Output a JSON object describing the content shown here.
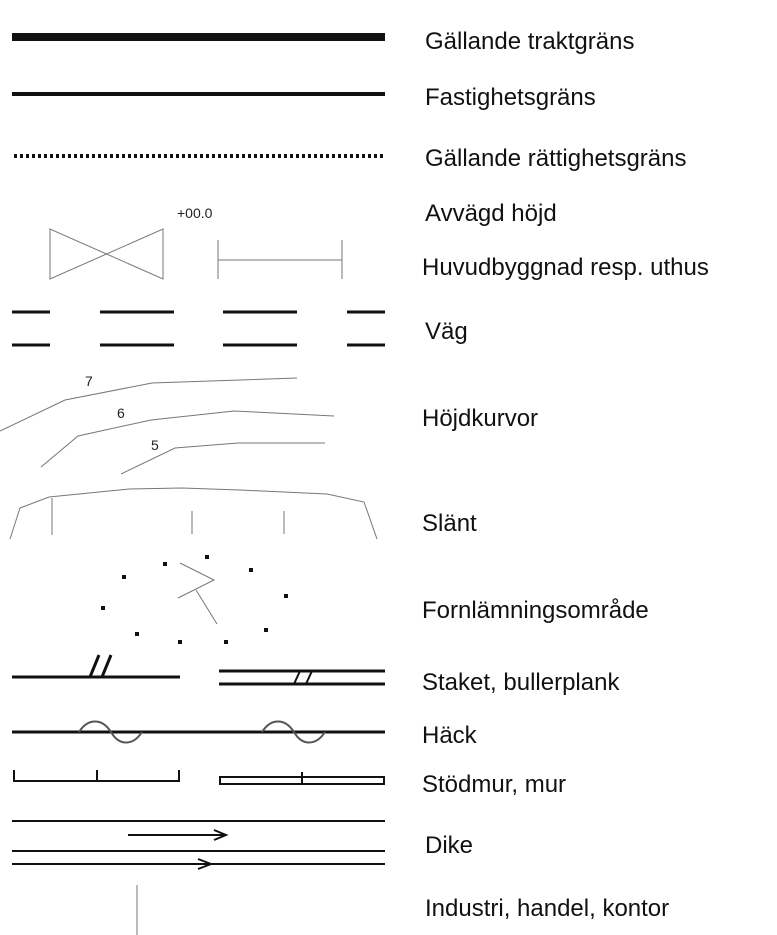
{
  "legend": {
    "labels": {
      "tract_boundary": "Gällande traktgräns",
      "property_boundary": "Fastighetsgräns",
      "right_boundary": "Gällande rättighetsgräns",
      "surveyed_height": "Avvägd höjd",
      "building": "Huvudbyggnad resp. uthus",
      "road": "Väg",
      "contours": "Höjdkurvor",
      "slope": "Slänt",
      "ancient_remains": "Fornlämningsområde",
      "fence": "Staket, bullerplank",
      "hedge": "Häck",
      "retaining_wall": "Stödmur, mur",
      "ditch": "Dike",
      "industry": "Industri, handel, kontor"
    },
    "height_value": "+00.0",
    "contour_values": [
      "7",
      "6",
      "5"
    ]
  },
  "colors": {
    "ink": "#111111",
    "thin_line": "#777777",
    "background": "#ffffff"
  }
}
